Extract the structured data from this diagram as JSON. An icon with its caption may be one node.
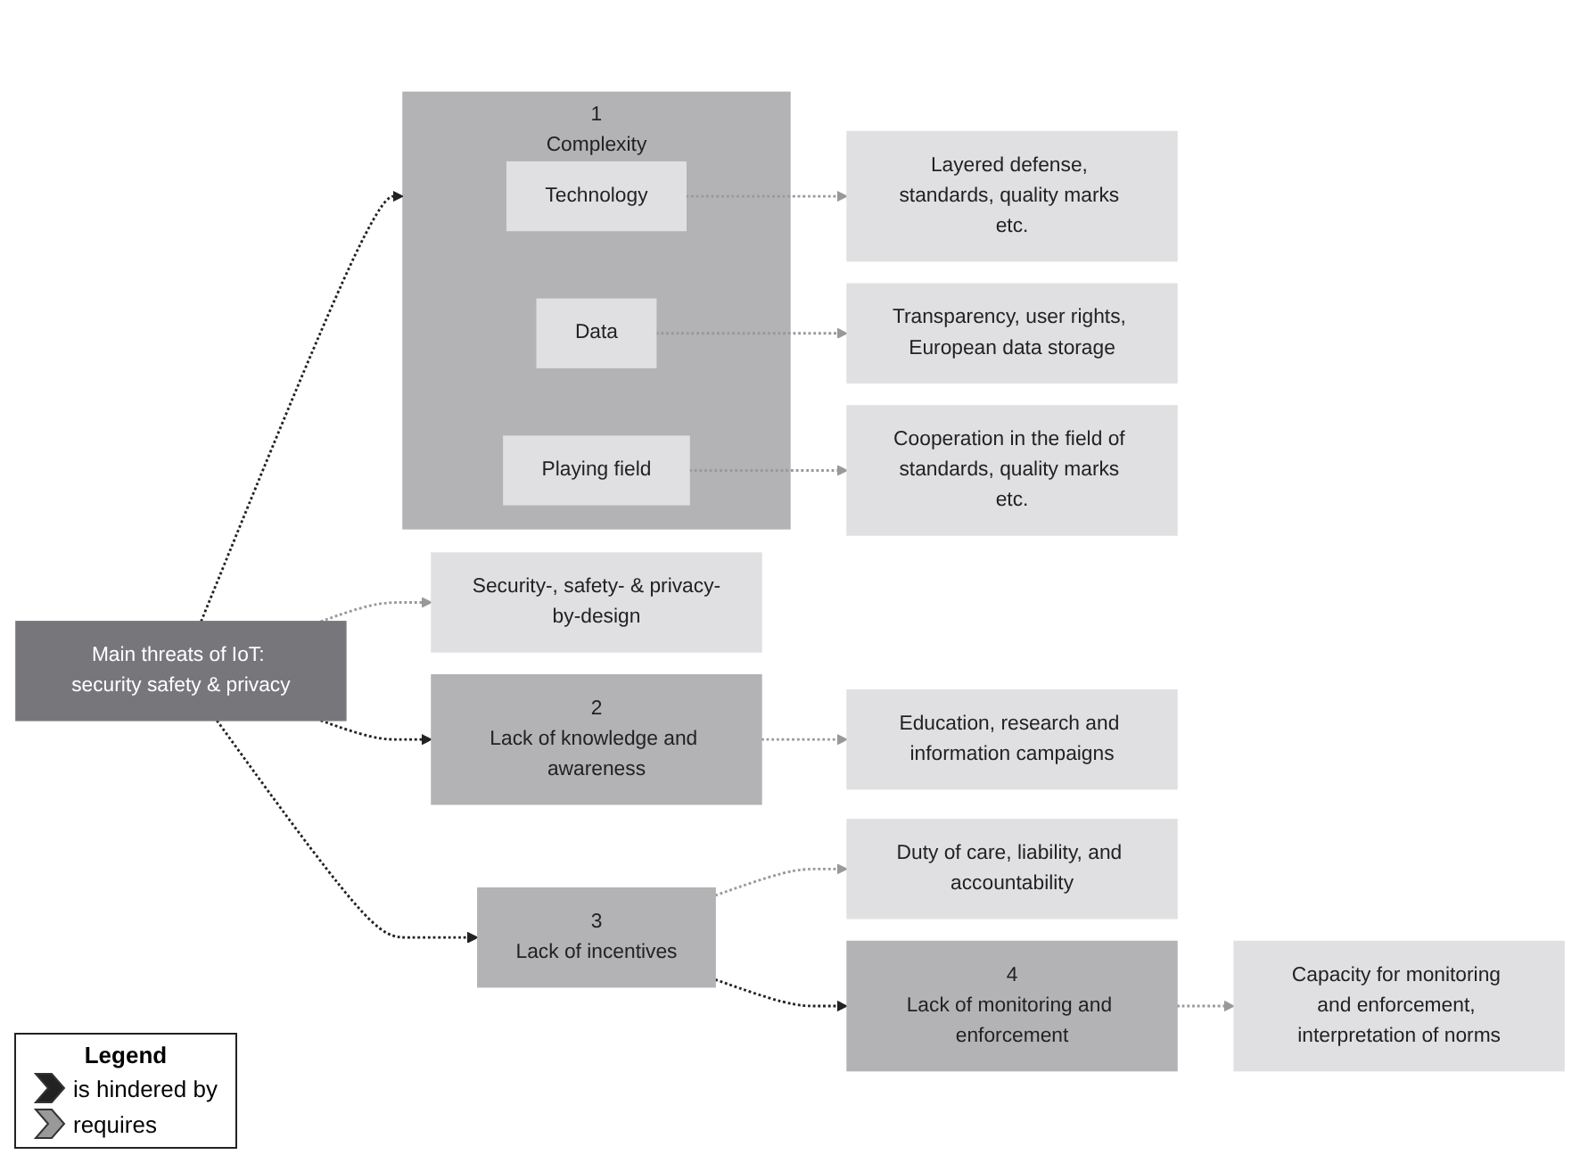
{
  "diagram": {
    "nodes": [
      {
        "text": [
          "Main threats of IoT: security safety & privacy"
        ]
      },
      {
        "text": [
          "Security-, safety- & privacy-by-design"
        ]
      },
      {
        "text": [
          "1",
          "Complexity"
        ]
      },
      {
        "text": [
          "Technology"
        ],
        "in": 2
      },
      {
        "text": [
          "Data"
        ],
        "in": 2
      },
      {
        "text": [
          "Playing field"
        ],
        "in": 2
      },
      {
        "text": [
          "Layered defense, standards, quality marks etc."
        ]
      },
      {
        "text": [
          "Transparency, user rights, European data storage"
        ]
      },
      {
        "text": [
          "Cooperation in the field of standards, quality marks etc."
        ]
      },
      {
        "text": [
          "2",
          "Lack of knowledge and awareness"
        ]
      },
      {
        "text": [
          "Education, research and information campaigns"
        ]
      },
      {
        "text": [
          "3",
          "Lack of incentives"
        ]
      },
      {
        "text": [
          "Duty of care, liability, and accountability"
        ]
      },
      {
        "text": [
          "4",
          "Lack of monitoring and enforcement"
        ]
      },
      {
        "text": [
          "Capacity for monitoring and enforcement, interpretation of norms"
        ]
      }
    ],
    "edges": [
      {
        "from": 0,
        "to": 1,
        "arrow": "to",
        "style": "dashed"
      },
      {
        "from": 0,
        "to": 2,
        "arrow": "to",
        "style": "dashed",
        "color": "#222222"
      },
      {
        "from": 0,
        "to": 9,
        "arrow": "to",
        "style": "dashed",
        "color": "#222222"
      },
      {
        "from": 0,
        "to": 11,
        "arrow": "to",
        "style": "dashed",
        "color": "#222222"
      },
      {
        "from": 3,
        "to": 6,
        "arrow": "to",
        "style": "dashed"
      },
      {
        "from": 4,
        "to": 7,
        "arrow": "to",
        "style": "dashed"
      },
      {
        "from": 5,
        "to": 8,
        "arrow": "to",
        "style": "dashed"
      },
      {
        "from": 9,
        "to": 10,
        "arrow": "to",
        "style": "dashed"
      },
      {
        "from": 11,
        "to": 12,
        "arrow": "to",
        "style": "dashed"
      },
      {
        "from": 11,
        "to": 13,
        "arrow": "to",
        "style": "dashed",
        "color": "#222222"
      },
      {
        "from": 13,
        "to": 14,
        "arrow": "to",
        "style": "dashed"
      }
    ],
    "labels": [
      "Legend"
    ],
    "legend": [
      {
        "text": "is hindered by"
      },
      {
        "text": "requires"
      }
    ]
  }
}
